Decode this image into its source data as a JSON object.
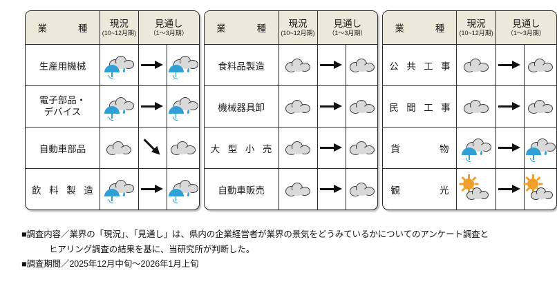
{
  "header": {
    "industry_label_chars": [
      "業",
      "種"
    ],
    "current": {
      "main": "現況",
      "sub": "(10~12月期)"
    },
    "outlook": {
      "main": "見通し",
      "sub": "（1～3月期）"
    }
  },
  "icons": {
    "rain": "rain-umbrella-icon",
    "cloudy": "cloudy-icon",
    "sunny_cloud": "sun-behind-cloud-icon",
    "arrow_right": "arrow-right-icon",
    "arrow_down_right": "arrow-down-right-icon"
  },
  "colors": {
    "header_bg": "#ECE8DA",
    "border": "#2B2B2B",
    "cloud_fill": "#D9D9D9",
    "umbrella_blue": "#2F9FD4",
    "sun_orange": "#F0A02A",
    "arrow_black": "#111111"
  },
  "tables": [
    {
      "id": "manufacturing",
      "rows": [
        {
          "industry": "生産用機械",
          "layout": "plain",
          "current": "rain",
          "trend": "right",
          "outlook": "rain"
        },
        {
          "industry": "電子部品・\nデバイス",
          "line1": "電子部品・",
          "line2": "デバイス",
          "layout": "two-line",
          "current": "rain",
          "trend": "right",
          "outlook": "rain"
        },
        {
          "industry": "自動車部品",
          "layout": "plain",
          "current": "cloudy",
          "trend": "down-right",
          "outlook": "cloudy"
        },
        {
          "industry": "飲料製造",
          "layout": "spread4",
          "chars": [
            "飲",
            "料",
            "製",
            "造"
          ],
          "current": "rain",
          "trend": "right",
          "outlook": "rain"
        }
      ]
    },
    {
      "id": "commerce",
      "rows": [
        {
          "industry": "食料品製造",
          "layout": "plain",
          "current": "cloudy",
          "trend": "right",
          "outlook": "cloudy"
        },
        {
          "industry": "機械器具卸",
          "layout": "plain",
          "current": "cloudy",
          "trend": "right",
          "outlook": "cloudy"
        },
        {
          "industry": "大型小売",
          "layout": "spread4",
          "chars": [
            "大",
            "型",
            "小",
            "売"
          ],
          "current": "cloudy",
          "trend": "right",
          "outlook": "cloudy"
        },
        {
          "industry": "自動車販売",
          "layout": "plain",
          "current": "cloudy",
          "trend": "right",
          "outlook": "cloudy"
        }
      ]
    },
    {
      "id": "construction-services",
      "rows": [
        {
          "industry": "公共工事",
          "layout": "spread4",
          "chars": [
            "公",
            "共",
            "工",
            "事"
          ],
          "current": "cloudy",
          "trend": "right",
          "outlook": "cloudy"
        },
        {
          "industry": "民間工事",
          "layout": "spread4",
          "chars": [
            "民",
            "間",
            "工",
            "事"
          ],
          "current": "cloudy",
          "trend": "right",
          "outlook": "cloudy"
        },
        {
          "industry": "貨物",
          "layout": "spread2",
          "chars": [
            "貨",
            "物"
          ],
          "current": "rain",
          "trend": "right",
          "outlook": "rain"
        },
        {
          "industry": "観光",
          "layout": "spread2",
          "chars": [
            "観",
            "光"
          ],
          "current": "sunny_cloud",
          "trend": "right",
          "outlook": "sunny_cloud"
        }
      ]
    }
  ],
  "notes": [
    "■調査内容／業界の「現況」、「見通し」は、県内の企業経営者が業界の景気をどうみているかについてのアンケート調査と",
    "ヒアリング調査の結果を基に、当研究所が判断した。",
    "■調査期間／2025年12月中旬～2026年1月上旬"
  ]
}
